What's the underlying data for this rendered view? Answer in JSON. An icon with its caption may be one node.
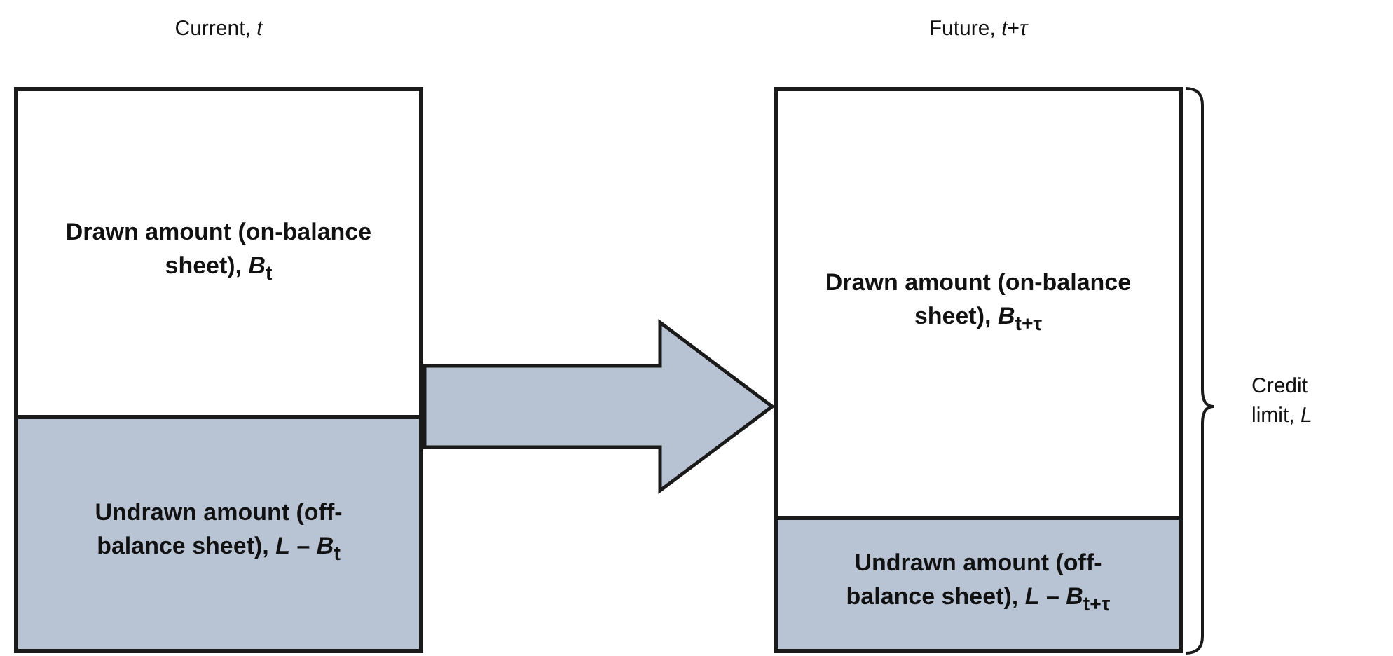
{
  "diagram": {
    "nodes": [
      {
        "text": [
          "Current, *t*"
        ]
      },
      {
        "text": [
          "Drawn amount (on-balance sheet), *B*$_{t}$"
        ],
        "in": 0
      },
      {
        "text": [
          "Undrawn amount (off-balance sheet), *L* – *B*$_{t}$"
        ],
        "in": 0
      },
      {
        "text": [
          "Future, *t*+*τ*"
        ]
      },
      {
        "text": [
          "Drawn amount (on-balance sheet), *B*$_{t+τ}$"
        ],
        "in": 3
      },
      {
        "text": [
          "Undrawn amount (off-balance sheet), *L* – *B*$_{t+τ}$"
        ],
        "in": 3
      }
    ],
    "edges": [
      {
        "from": 0,
        "to": 3,
        "arrow": "to"
      }
    ],
    "labels": [
      "Credit limit, *L*"
    ]
  }
}
